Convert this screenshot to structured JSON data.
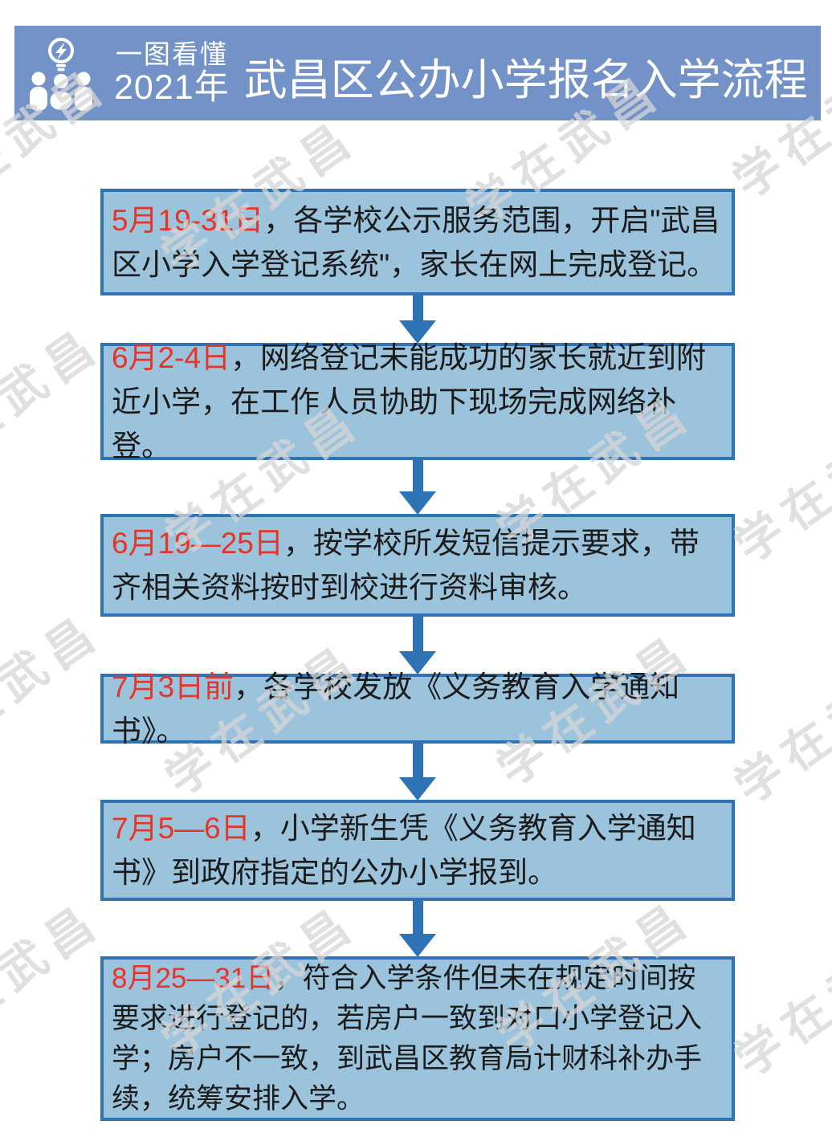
{
  "header": {
    "badge_top": "一图看懂",
    "badge_year": "2021年",
    "title": "武昌区公办小学报名入学流程"
  },
  "watermark": {
    "text": "学在武昌"
  },
  "steps": [
    {
      "date": "5月19-31日",
      "body": "，各学校公示服务范围，开启\"武昌区小学入学登记系统\"，家长在网上完成登记。"
    },
    {
      "date": "6月2-4日",
      "body": "，网络登记未能成功的家长就近到附近小学，在工作人员协助下现场完成网络补登。"
    },
    {
      "date": "6月19—25日",
      "body": "，按学校所发短信提示要求，带齐相关资料按时到校进行资料审核。"
    },
    {
      "date": "7月3日前",
      "body": "，各学校发放《义务教育入学通知书》。"
    },
    {
      "date": "7月5—6日",
      "body": "，小学新生凭《义务教育入学通知书》到政府指定的公办小学报到。"
    },
    {
      "date": "8月25—31日",
      "body": "，符合入学条件但未在规定时间按要求进行登记的，若房户一致到对口小学登记入学；房户不一致，到武昌区教育局计财科补办手续，统筹安排入学。"
    }
  ],
  "colors": {
    "banner_blue": "#7392c7",
    "box_fill": "#9cc3dc",
    "box_border": "#2e74b5",
    "arrow_blue": "#2e74b5",
    "date_red": "#e73428",
    "body_text": "#1b1b1b",
    "watermark_gray": "#d6d6d6"
  }
}
